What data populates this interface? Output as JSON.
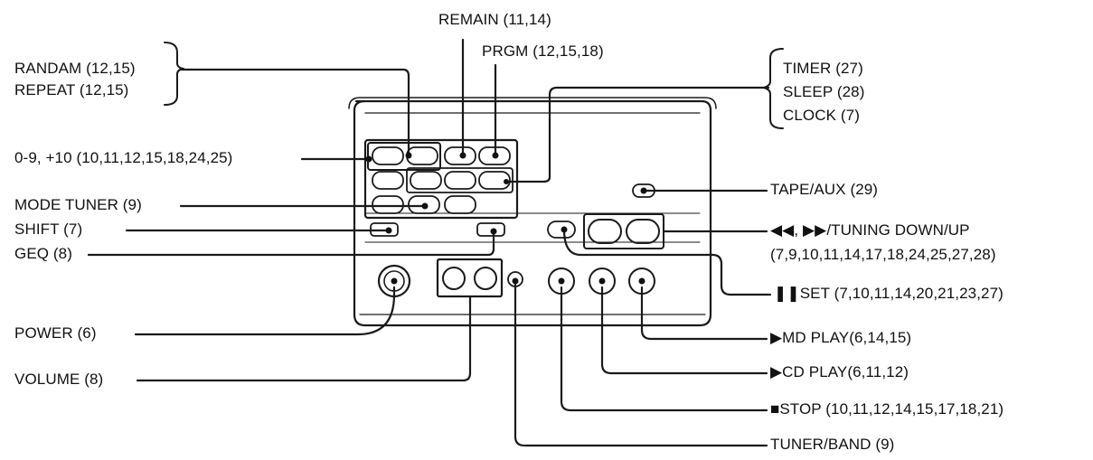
{
  "labels": {
    "remain": "REMAIN (11,14)",
    "prgm": "PRGM (12,15,18)",
    "randam": "RANDAM (12,15)",
    "repeat": "REPEAT (12,15)",
    "timer": "TIMER (27)",
    "sleep": "SLEEP (28)",
    "clock": "CLOCK (7)",
    "numkeys": "0-9, +10 (10,11,12,15,18,24,25)",
    "mode_tuner": "MODE TUNER (9)",
    "shift": "SHIFT (7)",
    "geq": "GEQ (8)",
    "tape_aux": "TAPE/AUX (29)",
    "tuning_line1": "◀◀, ▶▶/TUNING DOWN/UP",
    "tuning_line2": "(7,9,10,11,14,17,18,24,25,27,28)",
    "set": "❚❚SET (7,10,11,14,20,21,23,27)",
    "power": "POWER (6)",
    "volume": "VOLUME (8)",
    "md_play": "▶MD PLAY(6,14,15)",
    "cd_play": "▶CD PLAY(6,11,12)",
    "stop": "■STOP (10,11,12,14,15,17,18,21)",
    "tuner_band": "TUNER/BAND (9)"
  }
}
